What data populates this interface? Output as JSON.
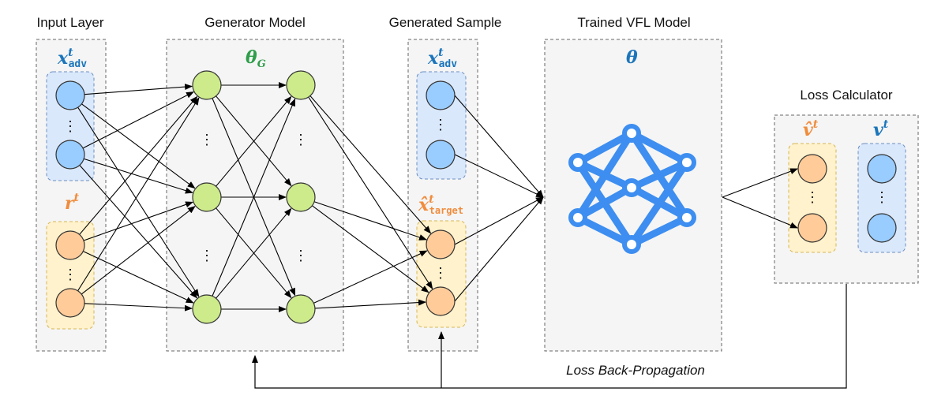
{
  "headers": {
    "input_layer": "Input Layer",
    "generator_model": "Generator Model",
    "generated_sample": "Generated Sample",
    "trained_vfl_model": "Trained VFL Model",
    "loss_calculator": "Loss Calculator"
  },
  "math_labels": {
    "x_adv": {
      "base": "x",
      "sup": "t",
      "sub": "adv"
    },
    "r": {
      "base": "r",
      "sup": "t"
    },
    "theta_g": {
      "base": "θ",
      "sub": "G"
    },
    "x_adv_generated": {
      "base": "x",
      "sup": "t",
      "sub": "adv"
    },
    "x_target": {
      "base": "x̂",
      "sup": "t",
      "sub": "target"
    },
    "theta": {
      "base": "θ"
    },
    "v_hat": {
      "base": "v̂",
      "sup": "t"
    },
    "v": {
      "base": "v",
      "sup": "t"
    }
  },
  "ellipsis": "⋮",
  "back_propagation_label": "Loss Back-Propagation",
  "colors": {
    "blue_node": "#99ccff",
    "blue_group": "#dae8fc",
    "orange_node": "#ffcc99",
    "orange_group": "#fff2cc",
    "green_node": "#cdeb8b",
    "panel_bg": "#f5f5f5",
    "network_blue": "#3d8ef0",
    "label_blue": "#1b75bb",
    "label_orange": "#f08c3c",
    "label_green": "#2e9e4a",
    "edge": "#000000"
  },
  "icons": {
    "vfl_model": "neural-network-icon"
  }
}
